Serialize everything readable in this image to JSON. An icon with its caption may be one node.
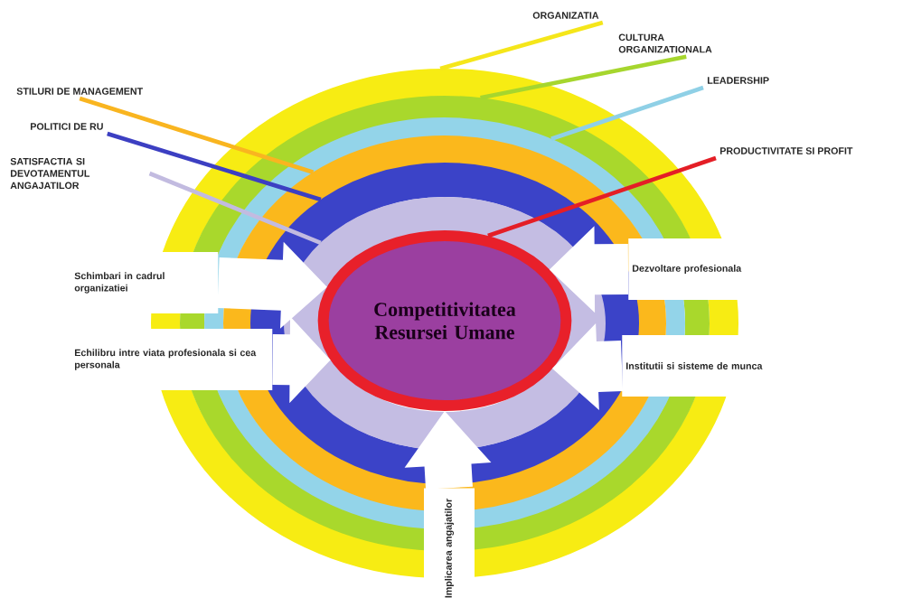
{
  "diagram": {
    "nodes": [
      {
        "text": [],
        "shape": "ring"
      },
      {
        "text": [],
        "shape": "ring",
        "in": 0
      },
      {
        "text": [],
        "shape": "ring",
        "in": 1
      },
      {
        "text": [],
        "shape": "ring",
        "in": 2
      },
      {
        "text": [],
        "shape": "ring",
        "in": 3
      },
      {
        "text": [],
        "shape": "ring",
        "in": 4
      },
      {
        "text": [
          "Competitivitatea Resursei Umane"
        ],
        "in": 5
      },
      {
        "text": [
          "ORGANIZATIA"
        ]
      },
      {
        "text": [
          "CULTURA ORGANIZATIONALA"
        ]
      },
      {
        "text": [
          "STILURI DE MANAGEMENT"
        ]
      },
      {
        "text": [
          "LEADERSHIP"
        ]
      },
      {
        "text": [
          "POLITICI DE RU"
        ]
      },
      {
        "text": [
          "PRODUCTIVITATE SI PROFIT"
        ]
      },
      {
        "text": [
          "SATISFACTIA SI DEVOTAMENTUL ANGAJATILOR"
        ]
      },
      {
        "text": [
          "Schimbari in cadrul organizatiei"
        ]
      },
      {
        "text": [
          "Dezvoltare profesionala"
        ]
      },
      {
        "text": [
          "Echilibru intre viata profesionala si cea personala"
        ]
      },
      {
        "text": [
          "Institutii si sisteme de munca"
        ]
      },
      {
        "text": [
          "Implicarea angajatilor"
        ]
      }
    ],
    "edges": [
      {
        "from": 7,
        "to": 0,
        "arrow": "none",
        "color": "#f5e61a"
      },
      {
        "from": 8,
        "to": 1,
        "arrow": "none",
        "color": "#a6d62e"
      },
      {
        "from": 9,
        "to": 3,
        "arrow": "none",
        "color": "#f9b520"
      },
      {
        "from": 10,
        "to": 2,
        "arrow": "none",
        "color": "#8fd0e6"
      },
      {
        "from": 11,
        "to": 4,
        "arrow": "none",
        "color": "#3c3fc2"
      },
      {
        "from": 12,
        "to": 6,
        "arrow": "none",
        "color": "#e41e26"
      },
      {
        "from": 13,
        "to": 5,
        "arrow": "none",
        "color": "#c2bbe0"
      },
      {
        "from": 14,
        "to": 6,
        "arrow": "to",
        "style": "thick",
        "color": "#ffffff"
      },
      {
        "from": 15,
        "to": 6,
        "arrow": "to",
        "style": "thick",
        "color": "#ffffff"
      },
      {
        "from": 16,
        "to": 6,
        "arrow": "to",
        "style": "thick",
        "color": "#ffffff"
      },
      {
        "from": 17,
        "to": 6,
        "arrow": "to",
        "style": "thick",
        "color": "#ffffff"
      },
      {
        "from": 18,
        "to": 6,
        "arrow": "to",
        "style": "thick",
        "color": "#ffffff"
      }
    ]
  }
}
